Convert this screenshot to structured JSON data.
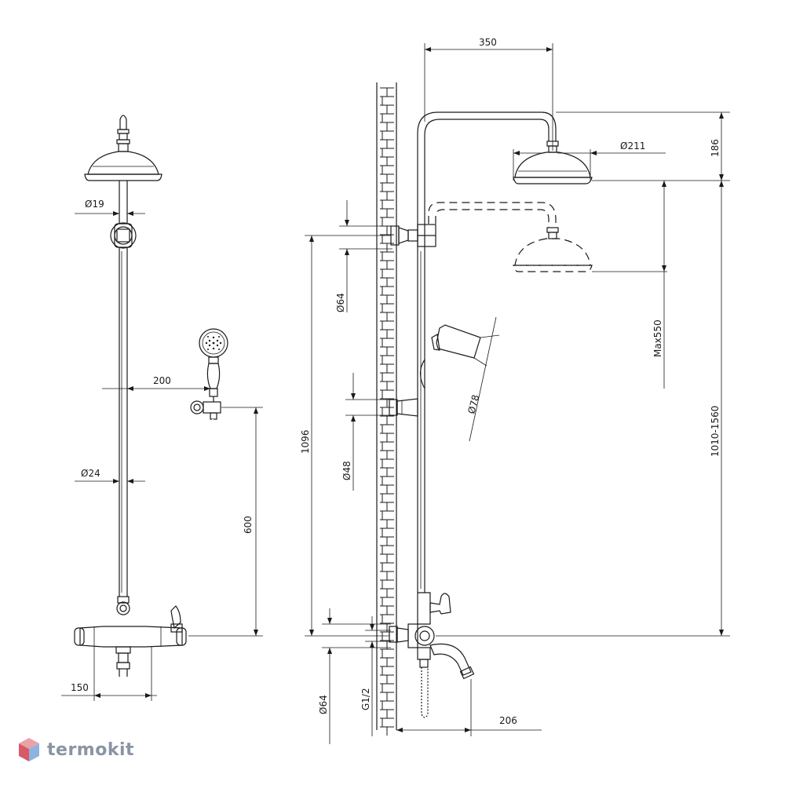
{
  "brand": {
    "name": "termokit"
  },
  "dimensions": {
    "front_dia_19": "Ø19",
    "front_hand_offset": "200",
    "front_dia_24": "Ø24",
    "front_hose_height": "600",
    "front_mixer_width": "150",
    "side_top_width": "350",
    "side_head_dia": "Ø211",
    "side_head_height": "186",
    "side_max_adjust": "Max550",
    "side_total_height": "1010-1560",
    "side_bracket_height": "1096",
    "side_dia_64_top": "Ø64",
    "side_dia_48": "Ø48",
    "side_hand_dia": "Ø78",
    "side_dia_64_bottom": "Ø64",
    "side_thread": "G1/2",
    "side_spout": "206"
  }
}
